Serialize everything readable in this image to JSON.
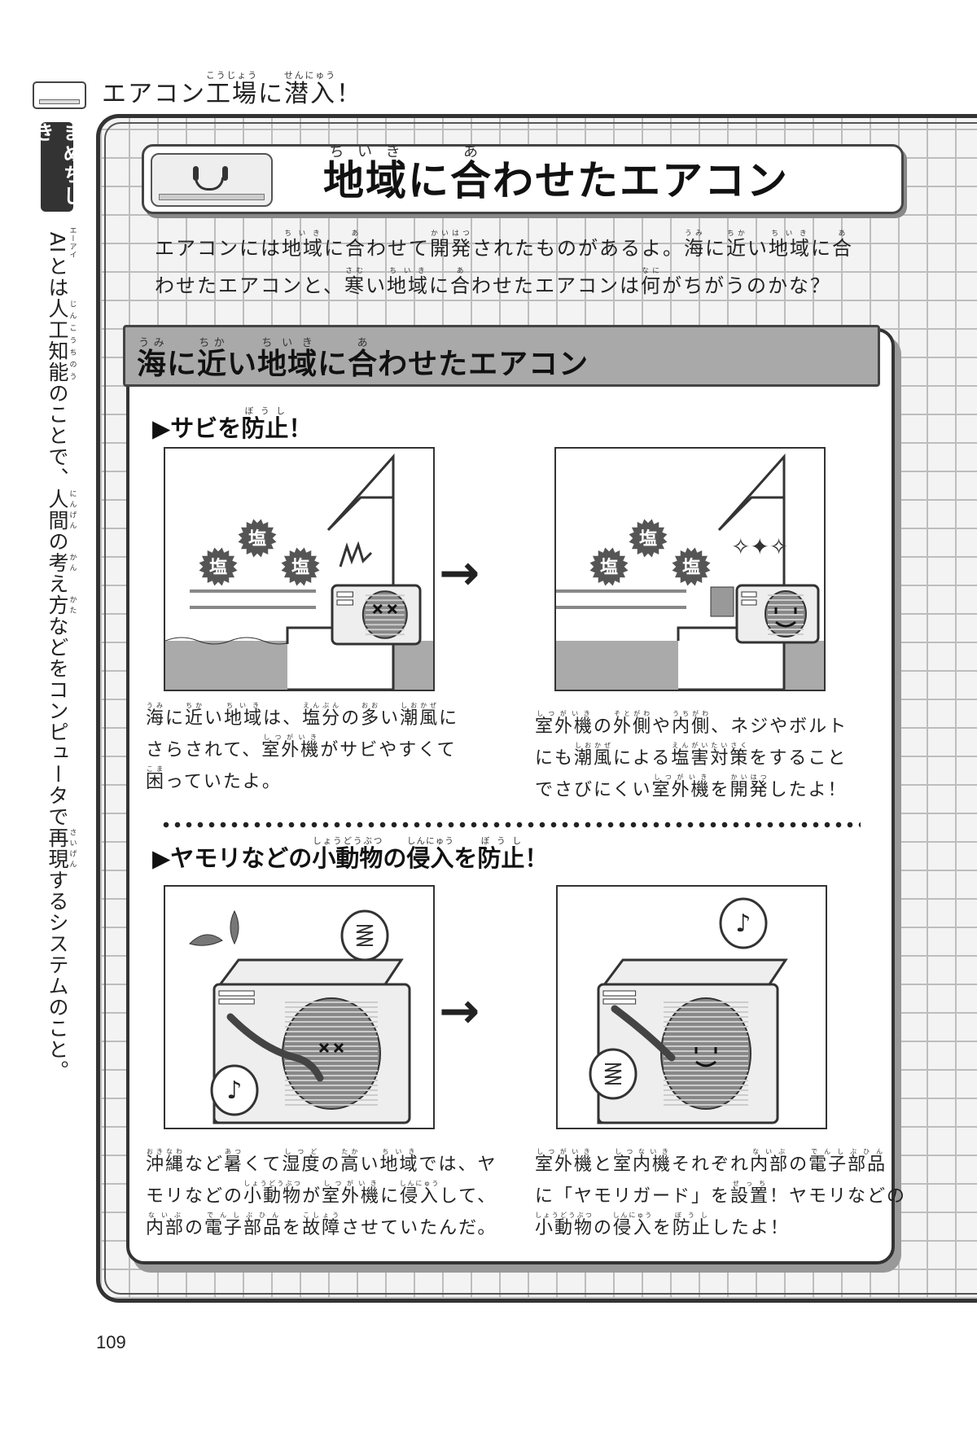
{
  "chapter": {
    "title": [
      "エアコン",
      [
        "工場",
        "こうじょう"
      ],
      "に",
      [
        "潜入",
        "せんにゅう"
      ],
      "！"
    ]
  },
  "sidebar": {
    "label": "まめちしき",
    "text": [
      [
        "AI",
        "エーアイ"
      ],
      "とは",
      [
        "人工知能",
        "じんこうちのう"
      ],
      "のことで、",
      [
        "人間",
        "にんげん"
      ],
      "の",
      [
        "考",
        "かん"
      ],
      "え",
      [
        "方",
        "かた"
      ],
      "などをコンピュータで",
      [
        "再現",
        "さいげん"
      ],
      "するシステムのこと。"
    ]
  },
  "banner": {
    "title": [
      [
        "地域",
        "ちいき"
      ],
      "に",
      [
        "合",
        "あ"
      ],
      "わせたエアコン"
    ]
  },
  "intro": [
    [
      "エアコンには",
      [
        "地域",
        "ちいき"
      ],
      "に",
      [
        "合",
        "あ"
      ],
      "わせて",
      [
        "開発",
        "かいはつ"
      ],
      "されたものがあるよ。",
      [
        "海",
        "うみ"
      ],
      "に",
      [
        "近",
        "ちか"
      ],
      "い",
      [
        "地域",
        "ちいき"
      ],
      "に",
      [
        "合",
        "あ"
      ]
    ],
    [
      "わせたエアコンと、",
      [
        "寒",
        "さむ"
      ],
      "い",
      [
        "地域",
        "ちいき"
      ],
      "に",
      [
        "合",
        "あ"
      ],
      "わせたエアコンは",
      [
        "何",
        "なに"
      ],
      "がちがうのかな？"
    ]
  ],
  "section": {
    "title": [
      [
        "海",
        "うみ"
      ],
      "に",
      [
        "近",
        "ちか"
      ],
      "い",
      [
        "地域",
        "ちいき"
      ],
      "に",
      [
        "合",
        "あ"
      ],
      "わせたエアコン"
    ],
    "topics": [
      {
        "heading": [
          "▶サビを",
          [
            "防止",
            "ぼうし"
          ],
          "！"
        ],
        "salt_label": "塩",
        "before": [
          [
            [
              "海",
              "うみ"
            ],
            "に",
            [
              "近",
              "ちか"
            ],
            "い",
            [
              "地域",
              "ちいき"
            ],
            "は、",
            [
              "塩分",
              "えんぶん"
            ],
            "の",
            [
              "多",
              "おお"
            ],
            "い",
            [
              "潮風",
              "しおかぜ"
            ],
            "に"
          ],
          [
            "さらされて、",
            [
              "室外機",
              "しつがいき"
            ],
            "がサビやすくて"
          ],
          [
            [
              "困",
              "こま"
            ],
            "っていたよ。"
          ]
        ],
        "after": [
          [
            [
              "室外機",
              "しつがいき"
            ],
            "の",
            [
              "外側",
              "そとがわ"
            ],
            "や",
            [
              "内側",
              "うちがわ"
            ],
            "、ネジやボルト"
          ],
          [
            "にも",
            [
              "潮風",
              "しおかぜ"
            ],
            "による",
            [
              "塩害対策",
              "えんがいたいさく"
            ],
            "をすること"
          ],
          [
            "でさびにくい",
            [
              "室外機",
              "しつがいき"
            ],
            "を",
            [
              "開発",
              "かいはつ"
            ],
            "したよ！"
          ]
        ]
      },
      {
        "heading": [
          "▶ヤモリなどの",
          [
            "小動物",
            "しょうどうぶつ"
          ],
          "の",
          [
            "侵入",
            "しんにゅう"
          ],
          "を",
          [
            "防止",
            "ぼうし"
          ],
          "！"
        ],
        "before": [
          [
            [
              "沖縄",
              "おきなわ"
            ],
            "など",
            [
              "暑",
              "あつ"
            ],
            "くて",
            [
              "湿度",
              "しつど"
            ],
            "の",
            [
              "高",
              "たか"
            ],
            "い",
            [
              "地域",
              "ちいき"
            ],
            "では、ヤ"
          ],
          [
            "モリなどの",
            [
              "小動物",
              "しょうどうぶつ"
            ],
            "が",
            [
              "室外機",
              "しつがいき"
            ],
            "に",
            [
              "侵入",
              "しんにゅう"
            ],
            "して、"
          ],
          [
            [
              "内部",
              "ないぶ"
            ],
            "の",
            [
              "電子部品",
              "でんしぶひん"
            ],
            "を",
            [
              "故障",
              "こしょう"
            ],
            "させていたんだ。"
          ]
        ],
        "after": [
          [
            [
              "室外機",
              "しつがいき"
            ],
            "と",
            [
              "室内機",
              "しつないき"
            ],
            "それぞれ",
            [
              "内部",
              "ないぶ"
            ],
            "の",
            [
              "電子部品",
              "でんしぶひん"
            ]
          ],
          [
            "に「ヤモリガード」を",
            [
              "設置",
              "せっち"
            ],
            "！ヤモリなどの"
          ],
          [
            [
              "小動物",
              "しょうどうぶつ"
            ],
            "の",
            [
              "侵入",
              "しんにゅう"
            ],
            "を",
            [
              "防止",
              "ぼうし"
            ],
            "したよ！"
          ]
        ]
      }
    ]
  },
  "arrow": "→",
  "page_number": "109"
}
